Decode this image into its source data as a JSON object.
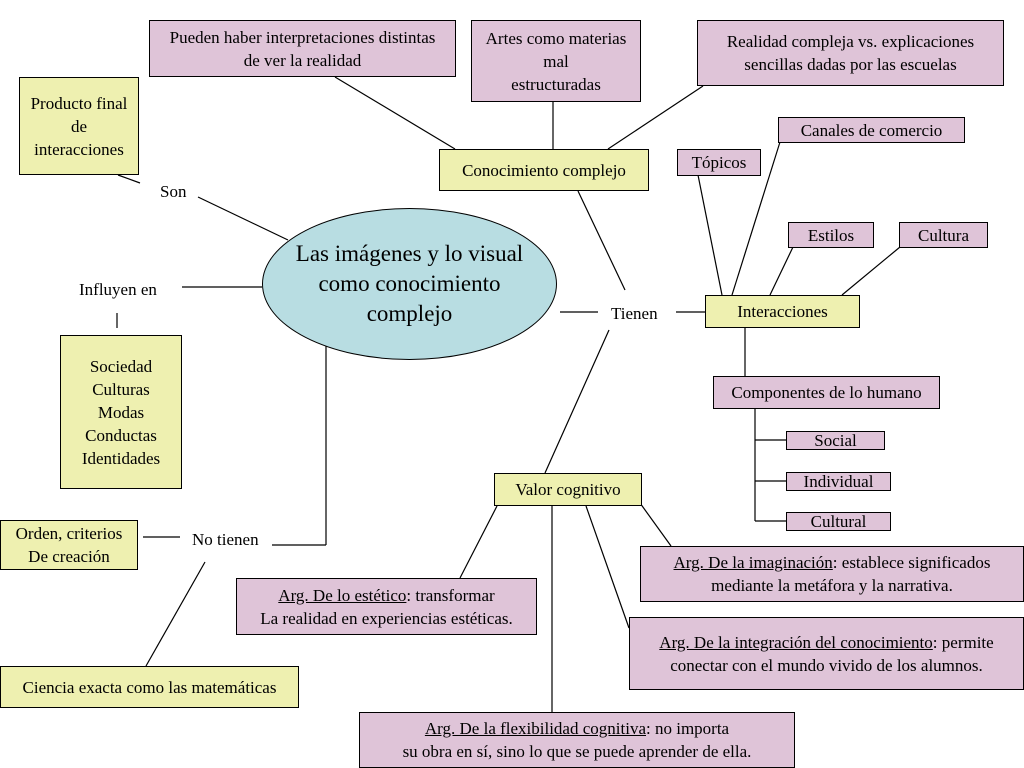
{
  "central": {
    "lines": [
      "Las imágenes y lo visual",
      "como conocimiento",
      "complejo"
    ]
  },
  "connectors": {
    "son": "Son",
    "influyen": "Influyen en",
    "no_tienen": "No tienen",
    "tienen": "Tienen"
  },
  "producto_final": [
    "Producto final",
    "de",
    "interacciones"
  ],
  "sociedad_list": [
    "Sociedad",
    "Culturas",
    "Modas",
    "Conductas",
    "Identidades"
  ],
  "orden_criterios": [
    "Orden, criterios",
    "De creación"
  ],
  "ciencia_exacta": "Ciencia exacta como las matemáticas",
  "conocimiento_complejo": {
    "label": "Conocimiento complejo",
    "children": {
      "interpretaciones": [
        "Pueden haber interpretaciones distintas",
        "de ver la realidad"
      ],
      "artes": [
        "Artes como materias",
        "mal",
        "estructuradas"
      ],
      "realidad": [
        "Realidad compleja vs. explicaciones",
        "sencillas dadas por las escuelas"
      ]
    }
  },
  "interacciones": {
    "label": "Interacciones",
    "topicos": "Tópicos",
    "canales": "Canales de comercio",
    "estilos": "Estilos",
    "cultura": "Cultura"
  },
  "componentes": {
    "label": "Componentes de lo humano",
    "items": [
      "Social",
      "Individual",
      "Cultural"
    ]
  },
  "valor_cognitivo": {
    "label": "Valor cognitivo",
    "esthetic": {
      "title": "Arg. De lo estético",
      "rest1": ": transformar",
      "line2": "La realidad en experiencias estéticas."
    },
    "imaginacion": {
      "title": "Arg. De la imaginación",
      "rest1": ": establece significados",
      "line2": "mediante la metáfora y la narrativa."
    },
    "integracion": {
      "title": "Arg. De la integración del conocimiento",
      "rest1": ": permite",
      "line2": "conectar con el mundo vivido de los alumnos."
    },
    "flexibilidad": {
      "title": "Arg. De la flexibilidad cognitiva",
      "rest1": ": no importa",
      "line2": "su obra en sí, sino lo que se puede aprender de ella."
    }
  }
}
